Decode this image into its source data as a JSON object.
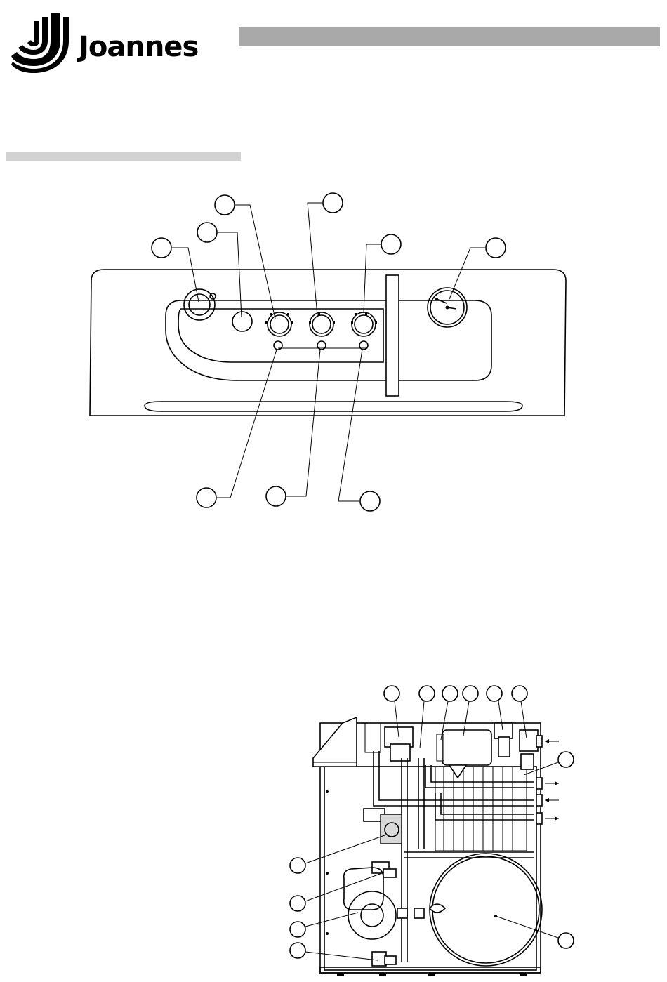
{
  "brand": {
    "name": "Joannes",
    "logo_icon": "joannes-j-logo"
  },
  "panel_callouts": [
    {
      "id": "top-1"
    },
    {
      "id": "top-2"
    },
    {
      "id": "top-3"
    },
    {
      "id": "top-4"
    },
    {
      "id": "top-5"
    },
    {
      "id": "top-6"
    },
    {
      "id": "bottom-1"
    },
    {
      "id": "bottom-2"
    },
    {
      "id": "bottom-3"
    }
  ],
  "section_callouts": [
    {
      "id": "t1"
    },
    {
      "id": "t2"
    },
    {
      "id": "t3"
    },
    {
      "id": "t4"
    },
    {
      "id": "t5"
    },
    {
      "id": "t6"
    },
    {
      "id": "r1"
    },
    {
      "id": "r2"
    },
    {
      "id": "l1"
    },
    {
      "id": "l2"
    },
    {
      "id": "l3"
    },
    {
      "id": "l4"
    }
  ],
  "colors": {
    "header_bar": "#a9a9a9",
    "section_bar": "#d2d2d2",
    "line": "#000000"
  }
}
